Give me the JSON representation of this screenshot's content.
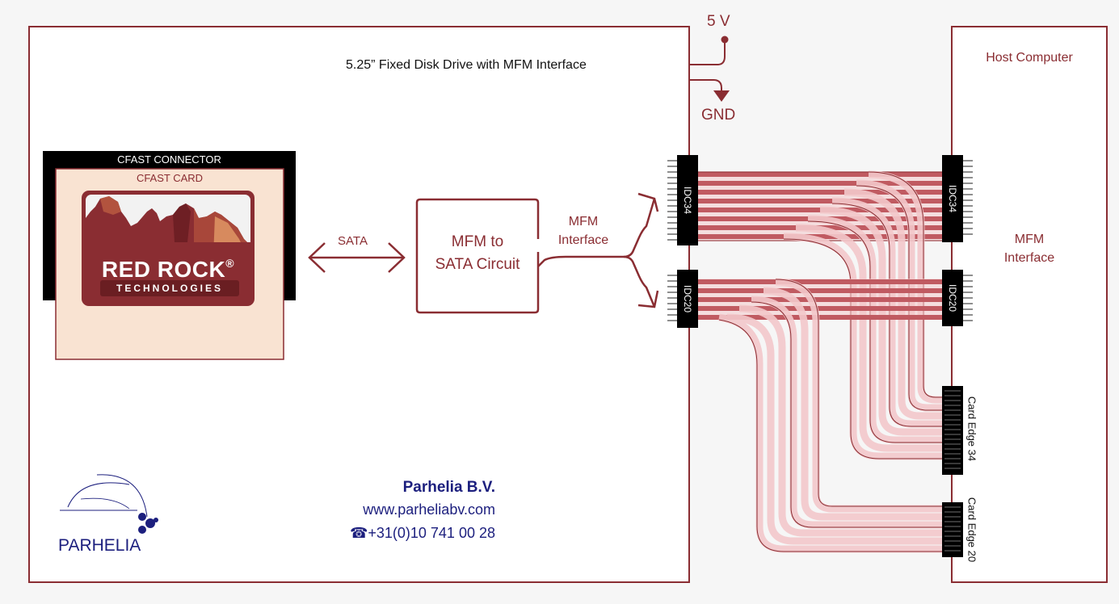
{
  "colors": {
    "maroon": "#8a2d32",
    "ribbon": "#c05a61",
    "ribbon_light": "#f3c8cb",
    "card_bg": "#f9e3d2",
    "connector": "#000000",
    "company": "#1c1f7e"
  },
  "drive": {
    "title": "5.25” Fixed Disk Drive with MFM Interface",
    "cfast_connector_label": "CFAST CONNECTOR",
    "cfast_card_label": "CFAST CARD",
    "logo_line1": "RED ROCK",
    "logo_registered": "®",
    "logo_line2": "TECHNOLOGIES",
    "sata_label": "SATA",
    "circuit_line1": "MFM to",
    "circuit_line2": "SATA Circuit",
    "mfm_line1": "MFM",
    "mfm_line2": "Interface",
    "idc34_label": "IDC34",
    "idc20_label": "IDC20"
  },
  "power": {
    "vcc_label": "5 V",
    "gnd_label": "GND"
  },
  "host": {
    "title": "Host Computer",
    "mfm_line1": "MFM",
    "mfm_line2": "Interface",
    "idc34_label": "IDC34",
    "idc20_label": "IDC20",
    "card_edge34_label": "Card Edge 34",
    "card_edge20_label": "Card Edge 20"
  },
  "company": {
    "name": "Parhelia B.V.",
    "website": "www.parheliabv.com",
    "phone": "+31(0)10 741 00 28",
    "phone_icon": "phone-icon",
    "logo_text": "PARHELIA"
  }
}
